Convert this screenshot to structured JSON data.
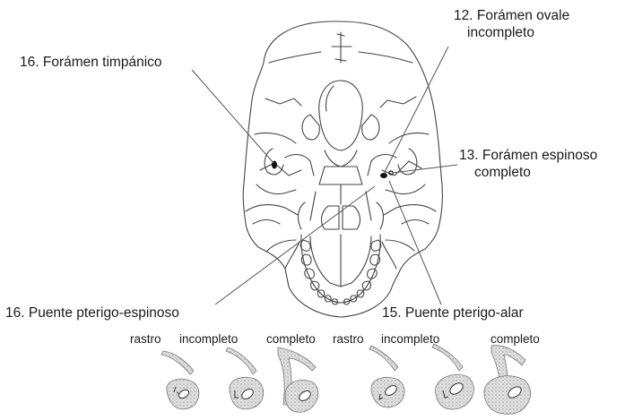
{
  "callouts": {
    "tympanic": "16. Forámen timpánico",
    "oval_line1": "12. Forámen ovale",
    "oval_line2": "incompleto",
    "spinous_line1": "13. Forámen espinoso",
    "spinous_line2": "completo",
    "pterygospinous": "16. Puente pterigo-espinoso",
    "pterygoalar": "15. Puente pterigo-alar"
  },
  "variants": {
    "left": [
      "rastro",
      "incompleto",
      "completo"
    ],
    "right": [
      "rastro",
      "incompleto",
      "completo"
    ]
  },
  "colors": {
    "ink": "#222222",
    "line": "#555555",
    "texture": "#bdbdbd"
  }
}
